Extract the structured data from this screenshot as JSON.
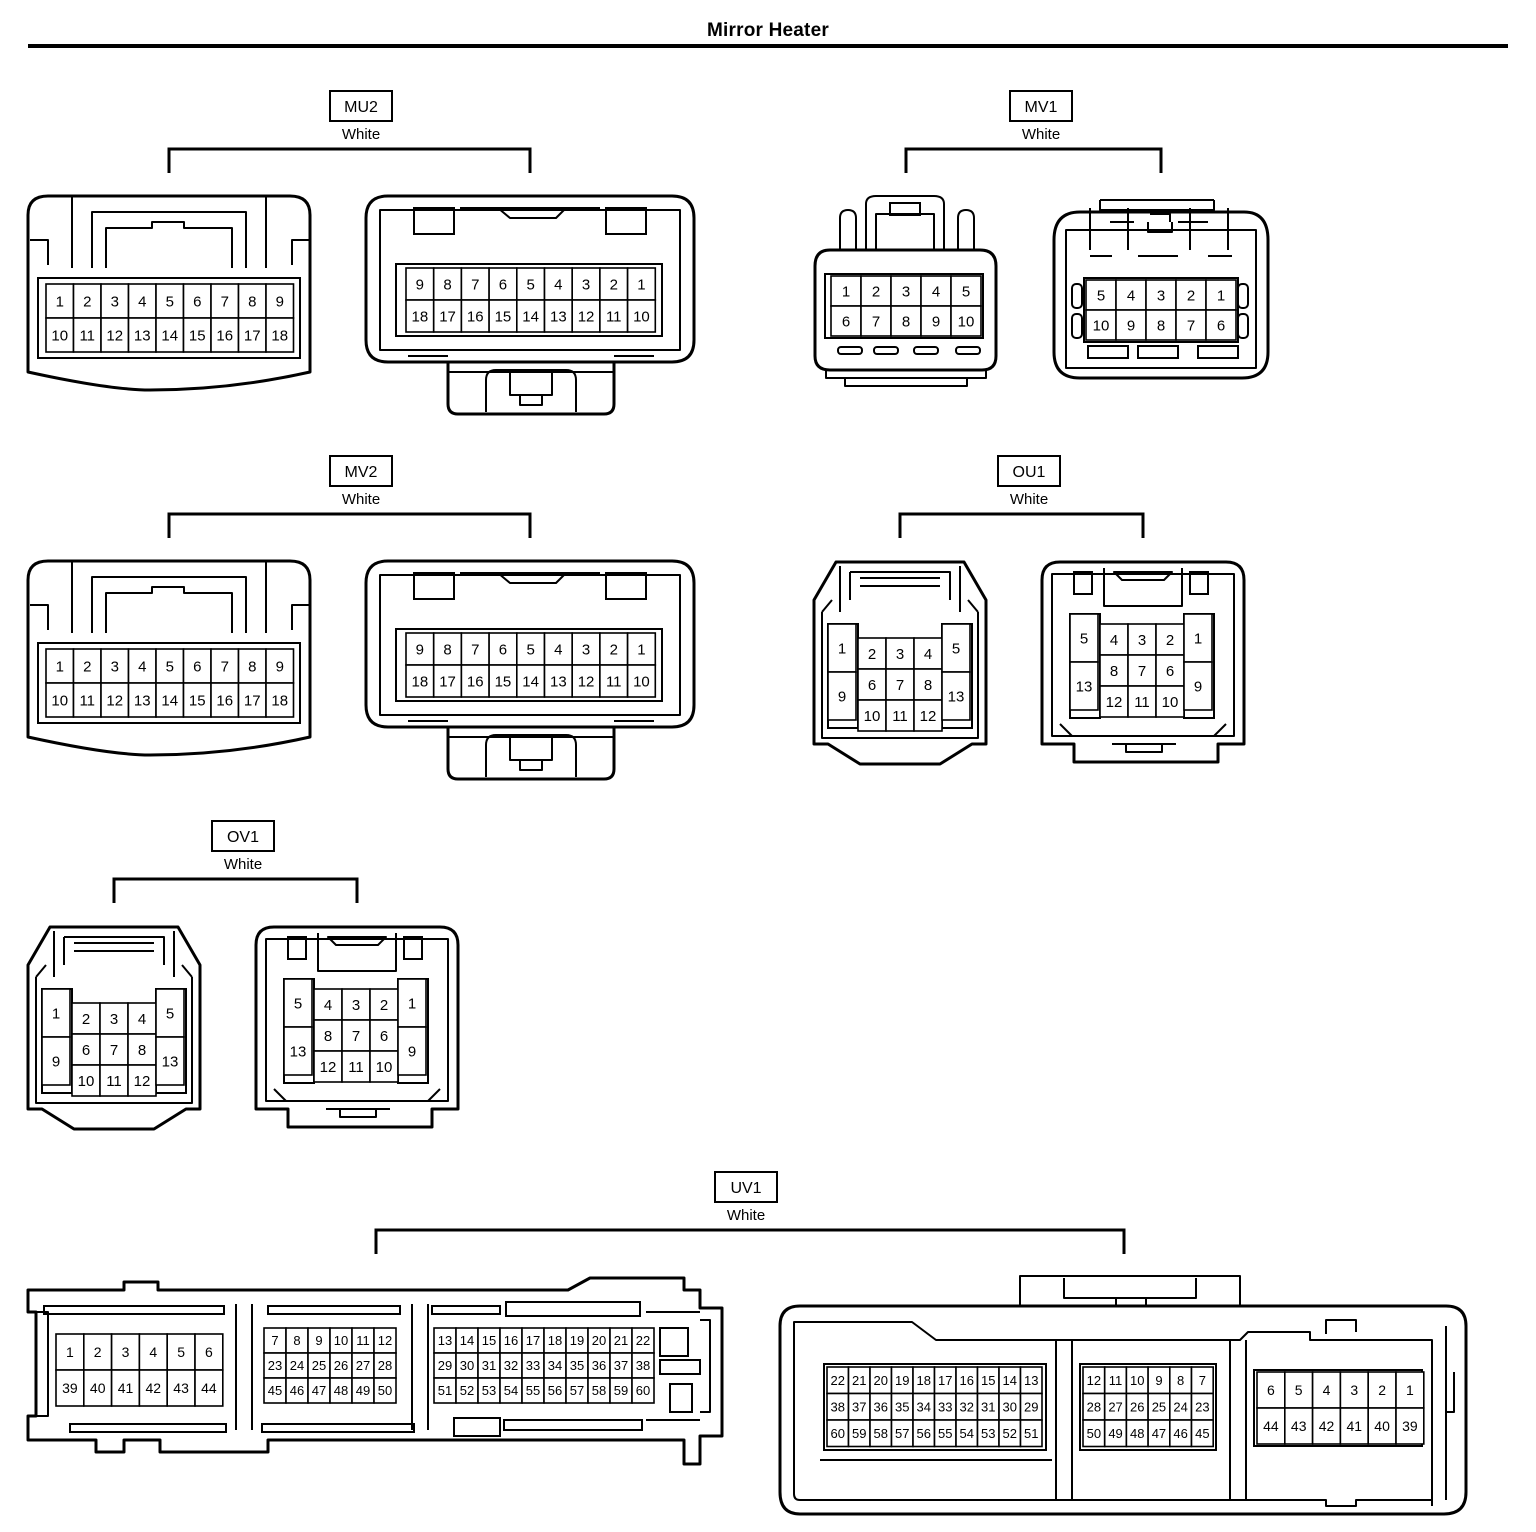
{
  "title": "Mirror Heater",
  "connectors": [
    {
      "id": "MU2",
      "color": "White",
      "left": {
        "rows": [
          [
            "1",
            "2",
            "3",
            "4",
            "5",
            "6",
            "7",
            "8",
            "9"
          ],
          [
            "10",
            "11",
            "12",
            "13",
            "14",
            "15",
            "16",
            "17",
            "18"
          ]
        ]
      },
      "right": {
        "rows": [
          [
            "9",
            "8",
            "7",
            "6",
            "5",
            "4",
            "3",
            "2",
            "1"
          ],
          [
            "18",
            "17",
            "16",
            "15",
            "14",
            "13",
            "12",
            "11",
            "10"
          ]
        ]
      }
    },
    {
      "id": "MV1",
      "color": "White",
      "left": {
        "rows": [
          [
            "1",
            "2",
            "3",
            "4",
            "5"
          ],
          [
            "6",
            "7",
            "8",
            "9",
            "10"
          ]
        ]
      },
      "right": {
        "rows": [
          [
            "5",
            "4",
            "3",
            "2",
            "1"
          ],
          [
            "10",
            "9",
            "8",
            "7",
            "6"
          ]
        ]
      }
    },
    {
      "id": "MV2",
      "color": "White",
      "left": {
        "rows": [
          [
            "1",
            "2",
            "3",
            "4",
            "5",
            "6",
            "7",
            "8",
            "9"
          ],
          [
            "10",
            "11",
            "12",
            "13",
            "14",
            "15",
            "16",
            "17",
            "18"
          ]
        ]
      },
      "right": {
        "rows": [
          [
            "9",
            "8",
            "7",
            "6",
            "5",
            "4",
            "3",
            "2",
            "1"
          ],
          [
            "18",
            "17",
            "16",
            "15",
            "14",
            "13",
            "12",
            "11",
            "10"
          ]
        ]
      }
    },
    {
      "id": "OU1",
      "color": "White",
      "left": {
        "side_a": [
          "1",
          "9"
        ],
        "center": [
          [
            "2",
            "3",
            "4"
          ],
          [
            "6",
            "7",
            "8"
          ],
          [
            "10",
            "11",
            "12"
          ]
        ],
        "side_b": [
          "5",
          "13"
        ]
      },
      "right": {
        "side_a": [
          "5",
          "13"
        ],
        "center": [
          [
            "4",
            "3",
            "2"
          ],
          [
            "8",
            "7",
            "6"
          ],
          [
            "12",
            "11",
            "10"
          ]
        ],
        "side_b": [
          "1",
          "9"
        ]
      }
    },
    {
      "id": "OV1",
      "color": "White",
      "left": {
        "side_a": [
          "1",
          "9"
        ],
        "center": [
          [
            "2",
            "3",
            "4"
          ],
          [
            "6",
            "7",
            "8"
          ],
          [
            "10",
            "11",
            "12"
          ]
        ],
        "side_b": [
          "5",
          "13"
        ]
      },
      "right": {
        "side_a": [
          "5",
          "13"
        ],
        "center": [
          [
            "4",
            "3",
            "2"
          ],
          [
            "8",
            "7",
            "6"
          ],
          [
            "12",
            "11",
            "10"
          ]
        ],
        "side_b": [
          "1",
          "9"
        ]
      }
    },
    {
      "id": "UV1",
      "color": "White",
      "left": {
        "blocks": [
          [
            [
              "1",
              "2",
              "3",
              "4",
              "5",
              "6"
            ],
            [
              "39",
              "40",
              "41",
              "42",
              "43",
              "44"
            ]
          ],
          [
            [
              "7",
              "8",
              "9",
              "10",
              "11",
              "12"
            ],
            [
              "23",
              "24",
              "25",
              "26",
              "27",
              "28"
            ],
            [
              "45",
              "46",
              "47",
              "48",
              "49",
              "50"
            ]
          ],
          [
            [
              "13",
              "14",
              "15",
              "16",
              "17",
              "18",
              "19",
              "20",
              "21",
              "22"
            ],
            [
              "29",
              "30",
              "31",
              "32",
              "33",
              "34",
              "35",
              "36",
              "37",
              "38"
            ],
            [
              "51",
              "52",
              "53",
              "54",
              "55",
              "56",
              "57",
              "58",
              "59",
              "60"
            ]
          ]
        ]
      },
      "right": {
        "blocks": [
          [
            [
              "22",
              "21",
              "20",
              "19",
              "18",
              "17",
              "16",
              "15",
              "14",
              "13"
            ],
            [
              "38",
              "37",
              "36",
              "35",
              "34",
              "33",
              "32",
              "31",
              "30",
              "29"
            ],
            [
              "60",
              "59",
              "58",
              "57",
              "56",
              "55",
              "54",
              "53",
              "52",
              "51"
            ]
          ],
          [
            [
              "12",
              "11",
              "10",
              "9",
              "8",
              "7"
            ],
            [
              "28",
              "27",
              "26",
              "25",
              "24",
              "23"
            ],
            [
              "50",
              "49",
              "48",
              "47",
              "46",
              "45"
            ]
          ],
          [
            [
              "6",
              "5",
              "4",
              "3",
              "2",
              "1"
            ],
            [
              "44",
              "43",
              "42",
              "41",
              "40",
              "39"
            ]
          ]
        ]
      }
    }
  ]
}
